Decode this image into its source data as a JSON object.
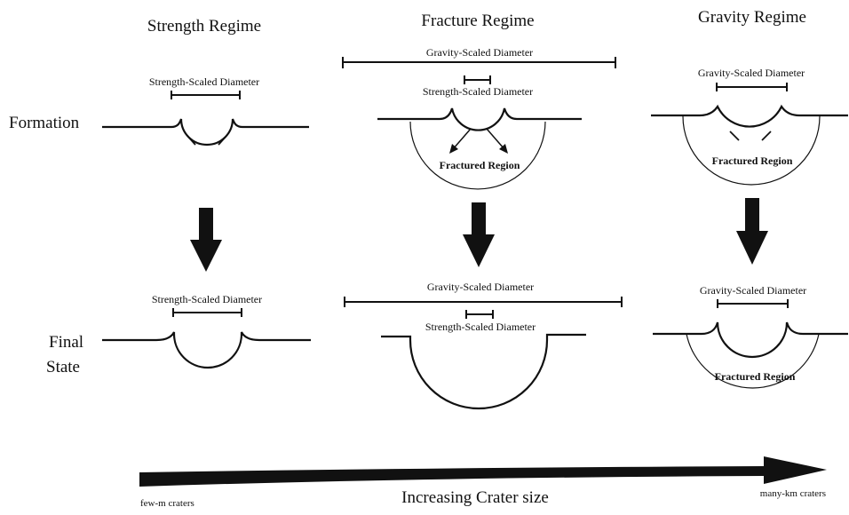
{
  "columns": {
    "strength": {
      "title": "Strength Regime"
    },
    "fracture": {
      "title": "Fracture Regime"
    },
    "gravity": {
      "title": "Gravity Regime"
    }
  },
  "rows": {
    "formation": {
      "label": "Formation"
    },
    "final": {
      "label_line1": "Final",
      "label_line2": "State"
    }
  },
  "labels": {
    "strength_scaled": "Strength-Scaled Diameter",
    "gravity_scaled": "Gravity-Scaled Diameter",
    "fractured_region": "Fractured Region"
  },
  "axis": {
    "title": "Increasing Crater size",
    "left_end": "few-m craters",
    "right_end": "many-km craters"
  }
}
